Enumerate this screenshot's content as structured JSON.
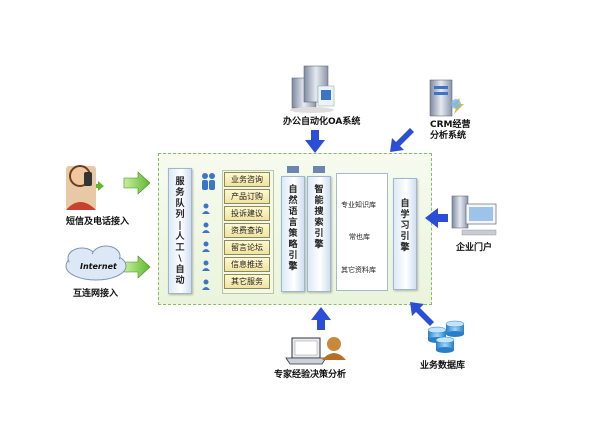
{
  "nodes": {
    "oa": "办公自动化OA系统",
    "crm": "CRM经营\n分析系统",
    "sms": "短信及电话接入",
    "internet_cloud": "Internet",
    "internet": "互连网接入",
    "portal": "企业门户",
    "expert": "专家经验决策分析",
    "bizdb": "业务数据库"
  },
  "queue_label": "服\n务\n队\n列\n|\n人\n工\n\\\n自\n动",
  "services": [
    "业务咨询",
    "产品订购",
    "投诉建议",
    "资费查询",
    "留言论坛",
    "信息推送",
    "其它服务"
  ],
  "nlp_label": "自\n然\n语\n言\n策\n略\n引\n擎",
  "search_label": "智\n能\n搜\n索\n引\n擎",
  "selflearn_label": "自\n学\n习\n引\n擎",
  "kb": {
    "prof": "专业知识库",
    "sense": "常也库",
    "other": "其它资料库"
  },
  "colors": {
    "arrow_blue": "#2a4fd6",
    "arrow_green": "#5fb82e",
    "frame": "#8cb86a"
  }
}
